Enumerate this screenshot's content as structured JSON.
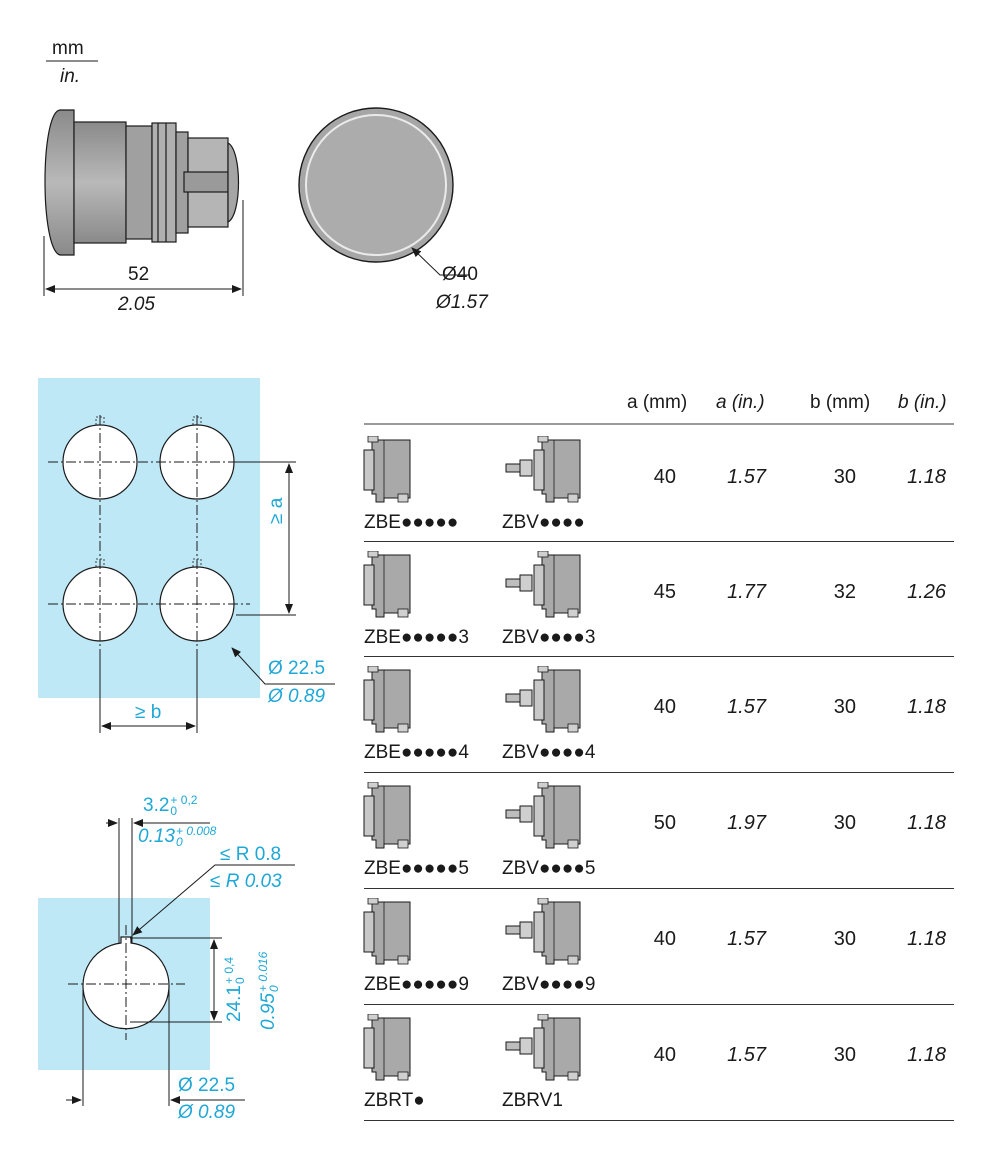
{
  "units": {
    "top": "mm",
    "bottom": "in."
  },
  "side_view": {
    "length_mm": "52",
    "length_in": "2.05"
  },
  "front_view": {
    "diameter_mm": "Ø40",
    "diameter_in": "Ø1.57"
  },
  "cutout_layout": {
    "dim_a": "≥ a",
    "dim_b": "≥ b",
    "hole_mm": "Ø 22.5",
    "hole_in": "Ø 0.89"
  },
  "hole_detail": {
    "key_width_mm": "3.2",
    "key_width_mm_tol_upper": "+ 0,2",
    "key_width_mm_tol_lower": "0",
    "key_width_in": "0.13",
    "key_width_in_tol_upper": "+ 0.008",
    "key_width_in_tol_lower": "0",
    "radius_mm": "≤ R 0.8",
    "radius_in": "≤ R 0.03",
    "depth_mm": "24.1",
    "depth_mm_tol_upper": "+ 0,4",
    "depth_mm_tol_lower": "0",
    "depth_in": "0.95",
    "depth_in_tol_upper": "+ 0.016",
    "depth_in_tol_lower": "0",
    "hole_mm": "Ø 22.5",
    "hole_in": "Ø 0.89"
  },
  "table": {
    "headers": [
      "a (mm)",
      "a (in.)",
      "b (mm)",
      "b (in.)"
    ],
    "rows": [
      {
        "left": "ZBE●●●●●",
        "right": "ZBV●●●●",
        "a_mm": "40",
        "a_in": "1.57",
        "b_mm": "30",
        "b_in": "1.18"
      },
      {
        "left": "ZBE●●●●●3",
        "right": "ZBV●●●●3",
        "a_mm": "45",
        "a_in": "1.77",
        "b_mm": "32",
        "b_in": "1.26"
      },
      {
        "left": "ZBE●●●●●4",
        "right": "ZBV●●●●4",
        "a_mm": "40",
        "a_in": "1.57",
        "b_mm": "30",
        "b_in": "1.18"
      },
      {
        "left": "ZBE●●●●●5",
        "right": "ZBV●●●●5",
        "a_mm": "50",
        "a_in": "1.97",
        "b_mm": "30",
        "b_in": "1.18"
      },
      {
        "left": "ZBE●●●●●9",
        "right": "ZBV●●●●9",
        "a_mm": "40",
        "a_in": "1.57",
        "b_mm": "30",
        "b_in": "1.18"
      },
      {
        "left": "ZBRT●",
        "right": "ZBRV1",
        "a_mm": "40",
        "a_in": "1.57",
        "b_mm": "30",
        "b_in": "1.18"
      }
    ]
  },
  "colors": {
    "accent": "#1fa7d6",
    "panel": "#bfe8f7",
    "part_gray": "#a9a9a9",
    "line": "#1a1a1a"
  }
}
